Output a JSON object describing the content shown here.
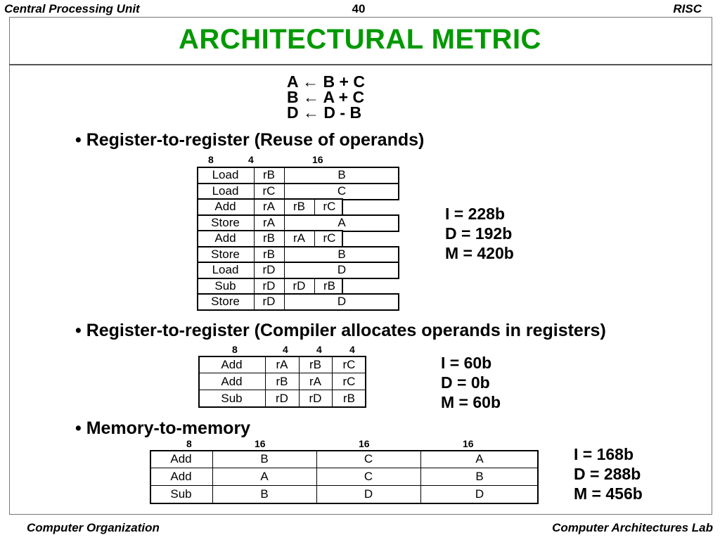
{
  "header": {
    "left": "Central Processing Unit",
    "center": "40",
    "right": "RISC"
  },
  "title": "ARCHITECTURAL  METRIC",
  "equations": [
    "A ← B + C",
    "B ← A + C",
    "D ← D  - B"
  ],
  "sections": [
    {
      "bullet": "• Register-to-register (Reuse of operands)",
      "bit_widths": [
        "8",
        "4",
        "16"
      ],
      "rows": [
        [
          "Load",
          "rB",
          "B"
        ],
        [
          "Load",
          "rC",
          "C"
        ],
        [
          "Add",
          "rA",
          "rB",
          "rC"
        ],
        [
          "Store",
          "rA",
          "A"
        ],
        [
          "Add",
          "rB",
          "rA",
          "rC"
        ],
        [
          "Store",
          "rB",
          "B"
        ],
        [
          "Load",
          "rD",
          "D"
        ],
        [
          "Sub",
          "rD",
          "rD",
          "rB"
        ],
        [
          "Store",
          "rD",
          "D"
        ]
      ],
      "stats": [
        "I = 228b",
        "D = 192b",
        "M = 420b"
      ]
    },
    {
      "bullet": "• Register-to-register (Compiler allocates operands in registers)",
      "bit_widths": [
        "8",
        "4",
        "4",
        "4"
      ],
      "rows": [
        [
          "Add",
          "rA",
          "rB",
          "rC"
        ],
        [
          "Add",
          "rB",
          "rA",
          "rC"
        ],
        [
          "Sub",
          "rD",
          "rD",
          "rB"
        ]
      ],
      "stats": [
        "I = 60b",
        "D = 0b",
        "M = 60b"
      ]
    },
    {
      "bullet": "• Memory-to-memory",
      "bit_widths": [
        "8",
        "16",
        "16",
        "16"
      ],
      "rows": [
        [
          "Add",
          "B",
          "C",
          "A"
        ],
        [
          "Add",
          "A",
          "C",
          "B"
        ],
        [
          "Sub",
          "B",
          "D",
          "D"
        ]
      ],
      "stats": [
        "I = 168b",
        "D = 288b",
        "M = 456b"
      ]
    }
  ],
  "footer": {
    "left": "Computer Organization",
    "right": "Computer Architectures Lab"
  }
}
